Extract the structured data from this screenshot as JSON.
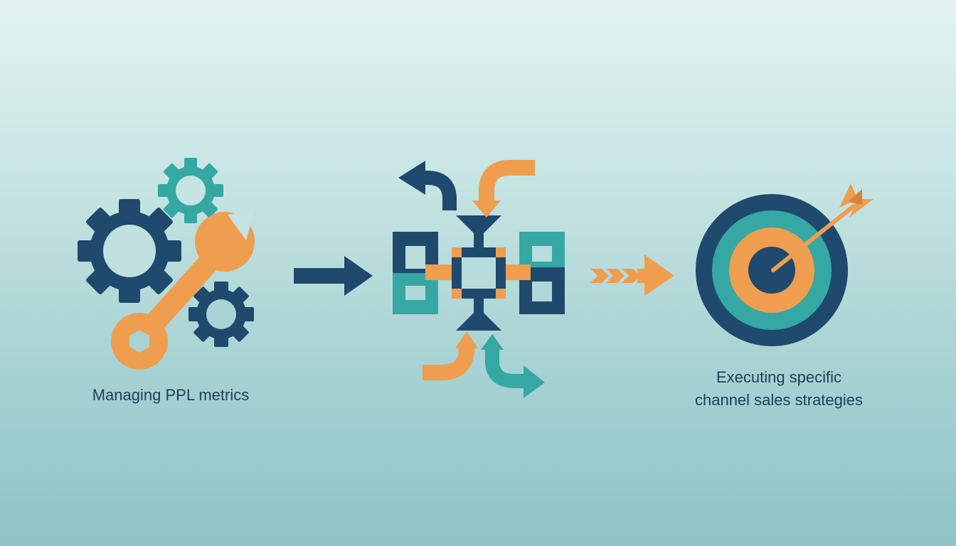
{
  "stages": [
    {
      "id": "manage",
      "caption": [
        "Managing PPL metrics"
      ],
      "icons": [
        "large-gear-icon",
        "small-gear-icon",
        "medium-gear-icon",
        "wrench-icon"
      ]
    },
    {
      "id": "channel-hub",
      "caption": [],
      "icons": [
        "hub-network-icon",
        "curved-arrow-icon"
      ]
    },
    {
      "id": "execute",
      "caption": [
        "Executing specific",
        "channel sales strategies"
      ],
      "icons": [
        "target-icon",
        "dart-arrow-icon"
      ]
    }
  ],
  "connectors": [
    {
      "from": "manage",
      "to": "channel-hub",
      "style": "solid-arrow"
    },
    {
      "from": "channel-hub",
      "to": "execute",
      "style": "chevron-arrow"
    }
  ],
  "colors": {
    "navy": "#1f4a6e",
    "teal": "#35a8a4",
    "orange": "#ef9d4f",
    "text": "#1f3d5a"
  }
}
